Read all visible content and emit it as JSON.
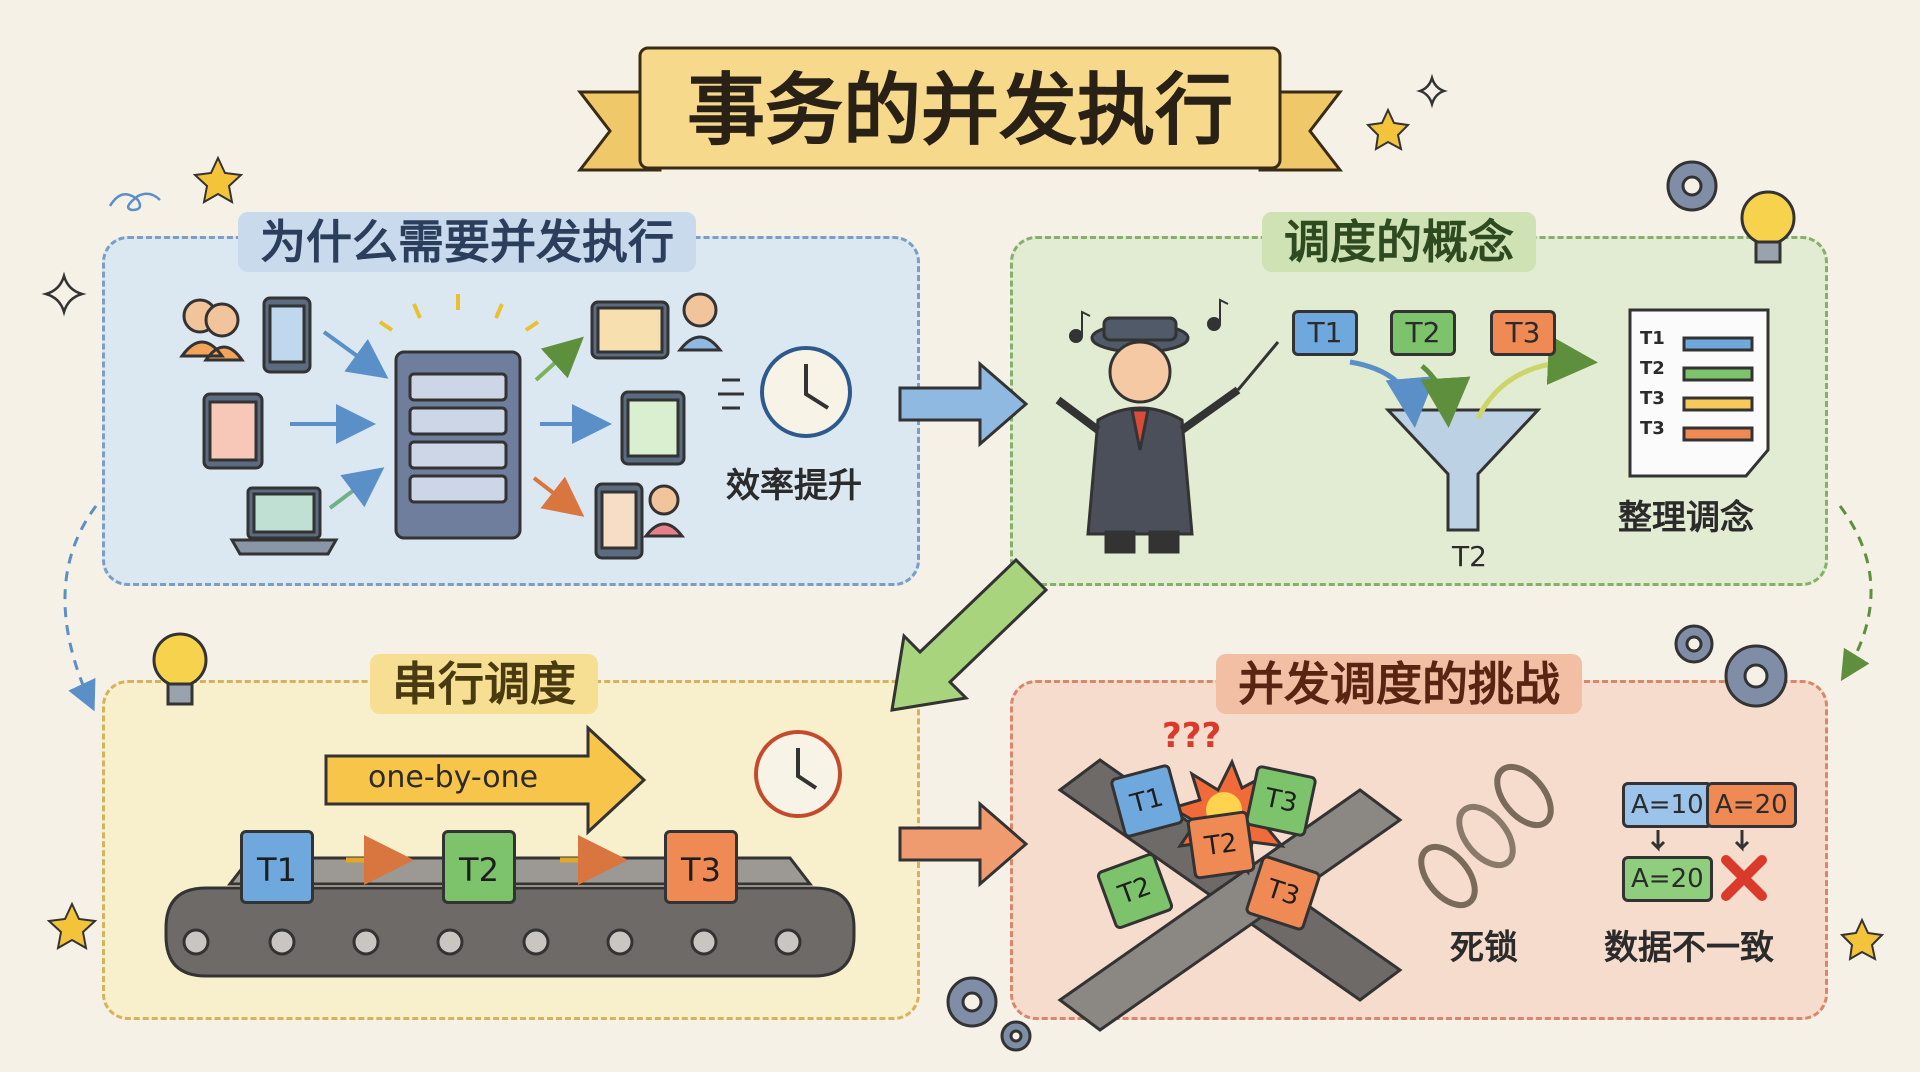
{
  "title": "事务的并发执行",
  "panels": {
    "why": {
      "title": "为什么需要并发执行",
      "efficiency_label": "效率提升"
    },
    "concept": {
      "title": "调度的概念",
      "tasks": [
        "T1",
        "T2",
        "T3"
      ],
      "funnel_output": "T2",
      "schedule_rows": [
        "T1",
        "T2",
        "T3",
        "T3"
      ],
      "schedule_label": "整理调念"
    },
    "serial": {
      "title": "串行调度",
      "arrow_label": "one-by-one",
      "tasks": [
        "T1",
        "T2",
        "T3"
      ]
    },
    "concurrent": {
      "title": "并发调度的挑战",
      "crash_tasks": [
        "T1",
        "T3",
        "T2",
        "T2",
        "T3"
      ],
      "question_marks": "???",
      "deadlock_label": "死锁",
      "values": {
        "a1": "A=10",
        "a2": "A=20",
        "a3": "A=20"
      },
      "inconsistency_label": "数据不一致"
    }
  },
  "colors": {
    "blue_panel": "#dbe7f1",
    "green_panel": "#e2ecd2",
    "yellow_panel": "#f8efcc",
    "red_panel": "#f6dccd",
    "banner": "#f6d98a",
    "task_blue": "#6fa8dc",
    "task_green": "#7cc36b",
    "task_orange": "#f08a55"
  },
  "icons": [
    "server-icon",
    "tablet-icon",
    "laptop-icon",
    "users-icon",
    "clock-icon",
    "conductor-icon",
    "funnel-icon",
    "document-icon",
    "conveyor-icon",
    "chain-icon",
    "cross-icon",
    "gear-icon",
    "lightbulb-icon",
    "star-icon"
  ]
}
